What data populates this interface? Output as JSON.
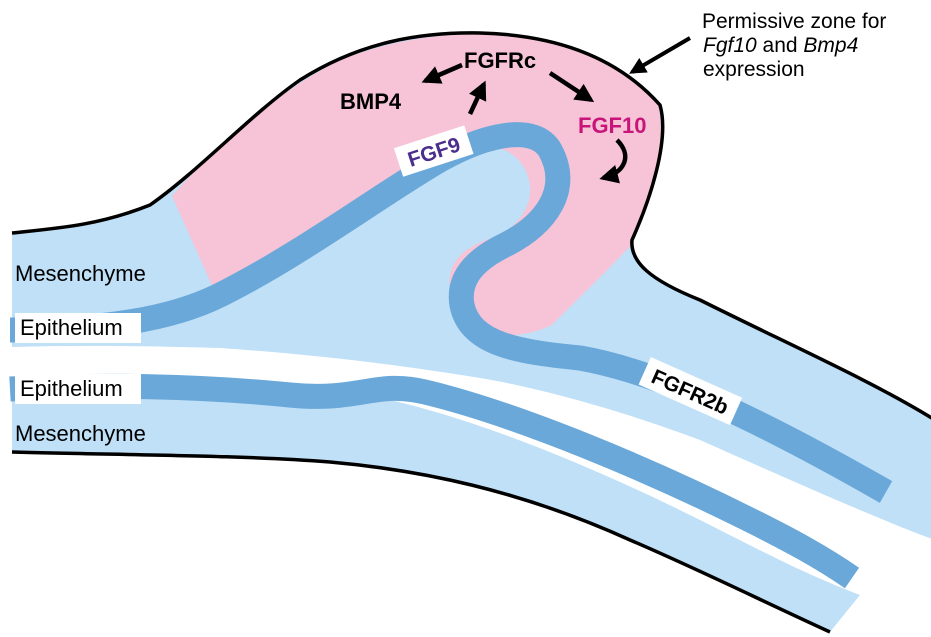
{
  "labels": {
    "mesenchyme_top": "Mesenchyme",
    "epithelium_top": "Epithelium",
    "epithelium_bottom": "Epithelium",
    "mesenchyme_bottom": "Mesenchyme",
    "fgfrc": "FGFRc",
    "bmp4": "BMP4",
    "fgf10": "FGF10",
    "fgf9": "FGF9",
    "fgfr2b": "FGFR2b"
  },
  "annotation": {
    "line1": "Permissive zone for",
    "line2_italic_a": "Fgf10",
    "line2_mid": " and ",
    "line2_italic_b": "Bmp4",
    "line3": "expression"
  },
  "colors": {
    "mesenchyme": "#bfe0f7",
    "permissive_zone": "#f6c4d6",
    "epithelium": "#6aa8d9",
    "fgf10_text": "#c8157a",
    "fgf9_text": "#4a2d8c",
    "outline": "#000000"
  }
}
